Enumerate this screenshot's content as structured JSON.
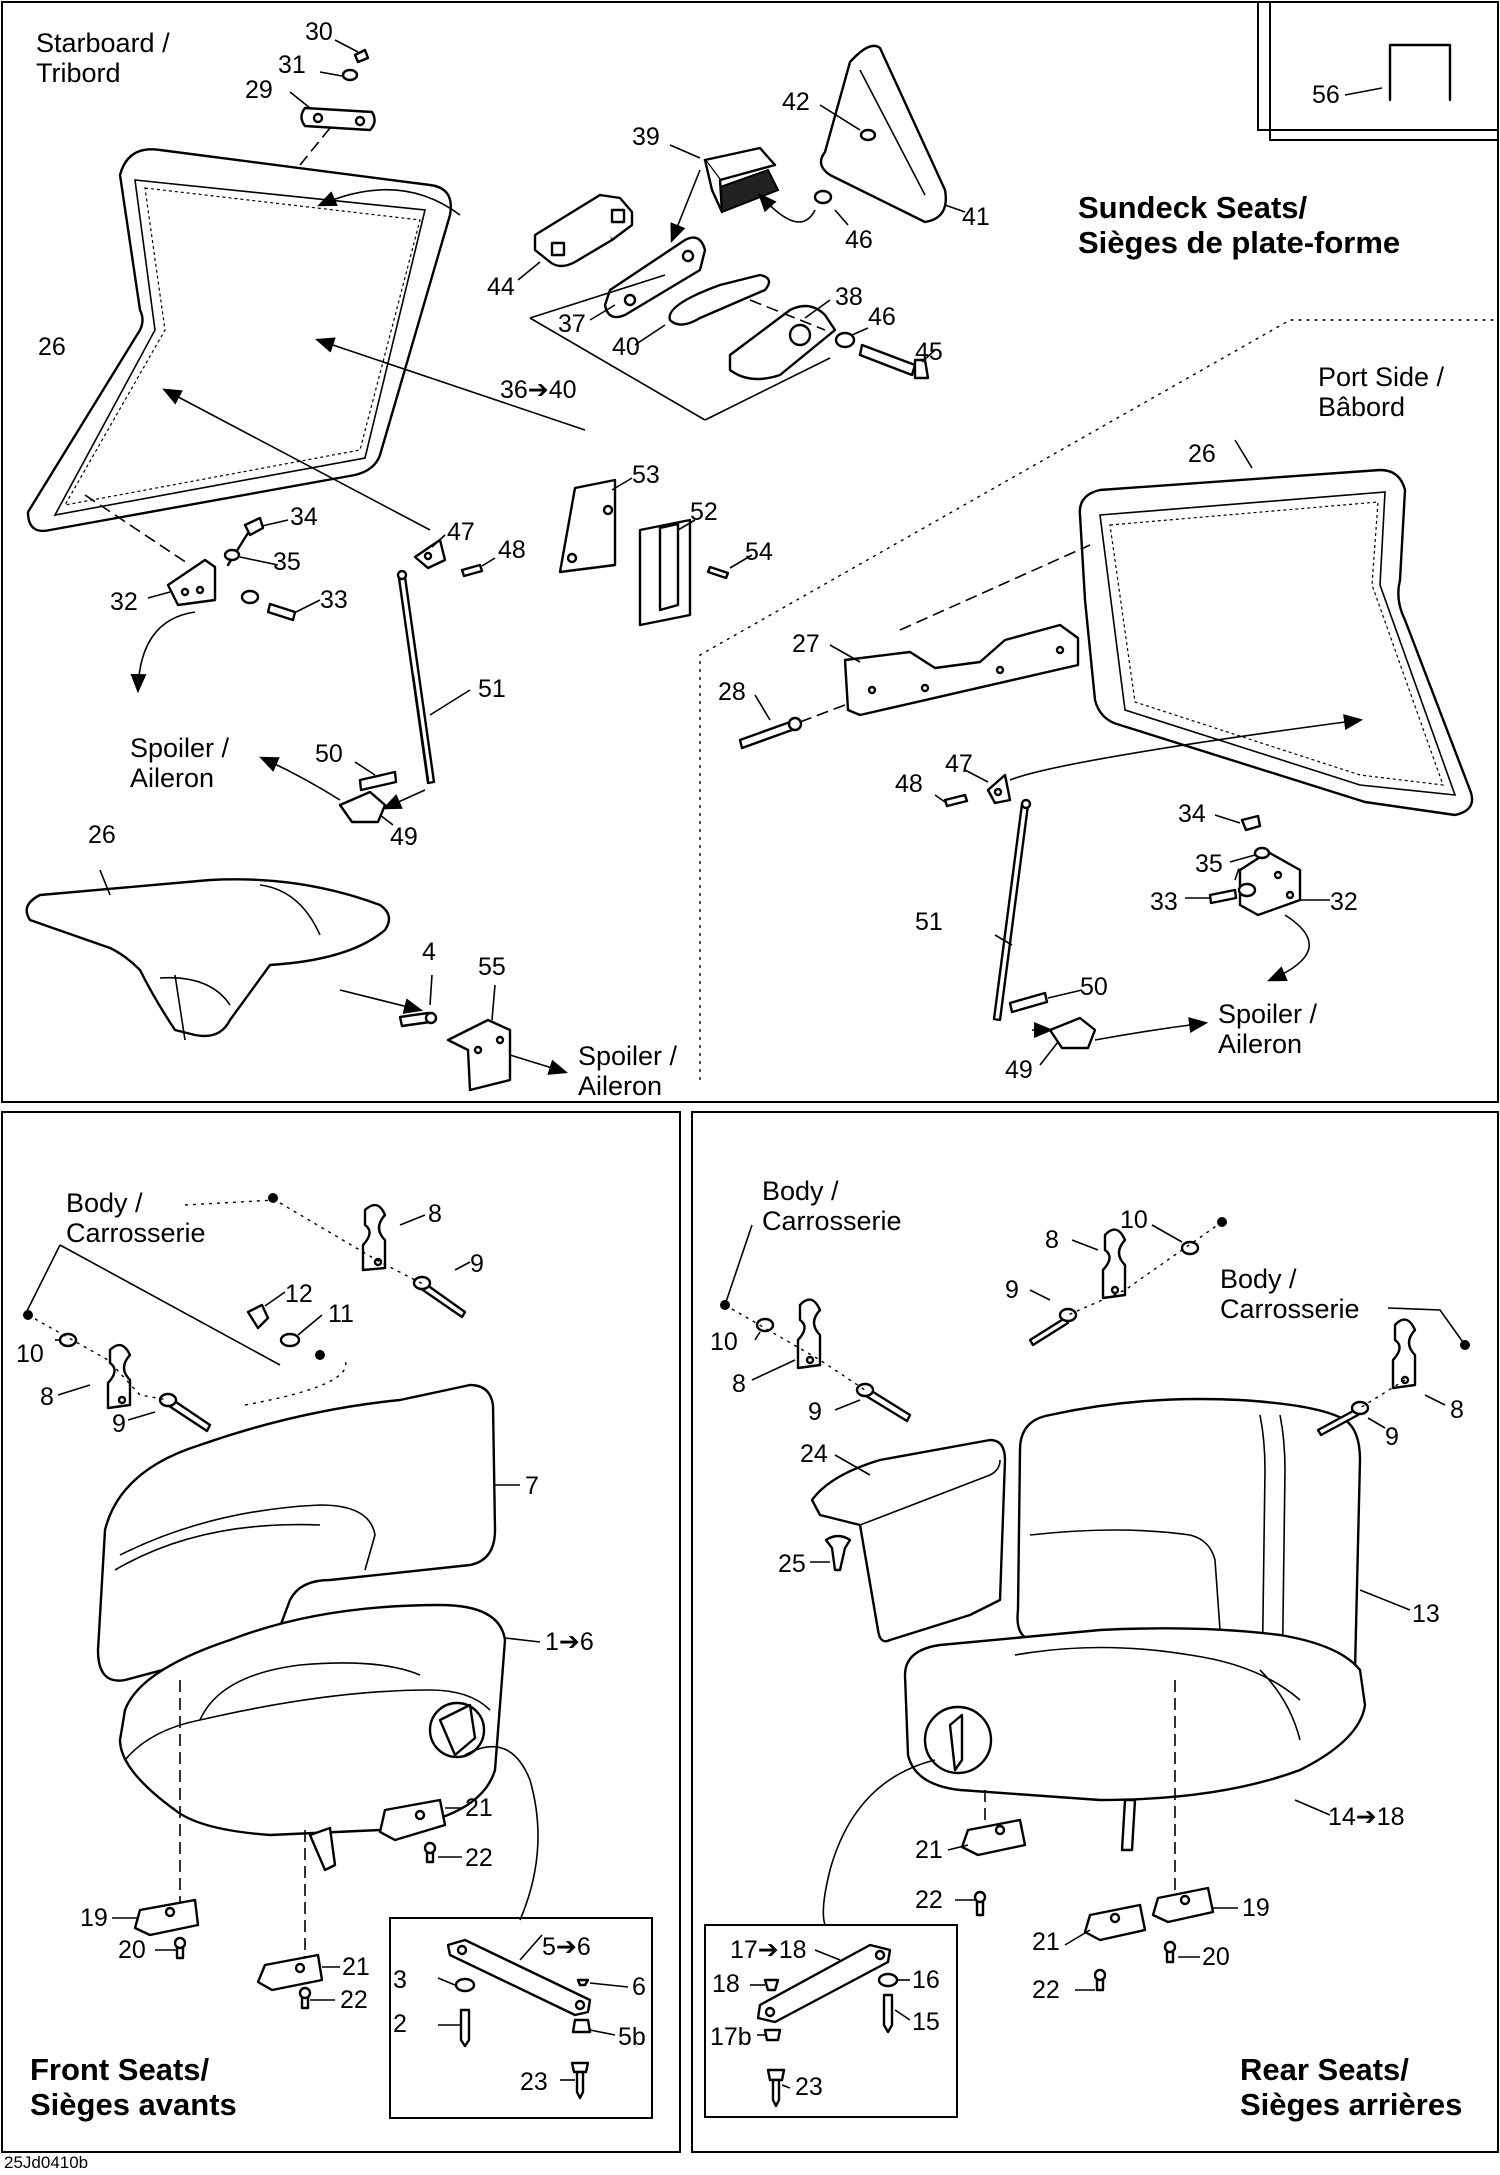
{
  "sections": {
    "sundeck": {
      "title_line1": "Sundeck Seats/",
      "title_line2": "Sièges de plate-forme",
      "starboard_line1": "Starboard /",
      "starboard_line2": "Tribord",
      "port_line1": "Port Side /",
      "port_line2": "Bâbord",
      "spoiler_line1": "Spoiler /",
      "spoiler_line2": "Aileron"
    },
    "front": {
      "title_line1": "Front Seats/",
      "title_line2": "Sièges avants",
      "body_line1": "Body /",
      "body_line2": "Carrosserie"
    },
    "rear": {
      "title_line1": "Rear Seats/",
      "title_line2": "Sièges arrières",
      "body_line1": "Body /",
      "body_line2": "Carrosserie"
    }
  },
  "footer_code": "25Jd0410b",
  "callouts": {
    "sundeck_starboard": [
      "30",
      "31",
      "29",
      "39",
      "42",
      "41",
      "44",
      "46",
      "37",
      "38",
      "40",
      "46",
      "45",
      "36➔40",
      "26",
      "53",
      "52",
      "54",
      "34",
      "47",
      "48",
      "35",
      "32",
      "33",
      "51",
      "50",
      "49"
    ],
    "sundeck_port": [
      "26",
      "27",
      "28",
      "47",
      "48",
      "34",
      "35",
      "32",
      "33",
      "51",
      "50",
      "49"
    ],
    "sundeck_cushion": [
      "26",
      "4",
      "55"
    ],
    "inset": [
      "56"
    ],
    "front": [
      "8",
      "9",
      "12",
      "11",
      "10",
      "8",
      "9",
      "7",
      "1➔6",
      "21",
      "22",
      "19",
      "20",
      "21",
      "22",
      "5➔6",
      "3",
      "6",
      "2",
      "5b",
      "23"
    ],
    "rear": [
      "10",
      "8",
      "9",
      "10",
      "8",
      "9",
      "8",
      "9",
      "24",
      "25",
      "13",
      "14➔18",
      "21",
      "22",
      "21",
      "19",
      "22",
      "20",
      "17➔18",
      "18",
      "16",
      "15",
      "17b",
      "23"
    ]
  }
}
